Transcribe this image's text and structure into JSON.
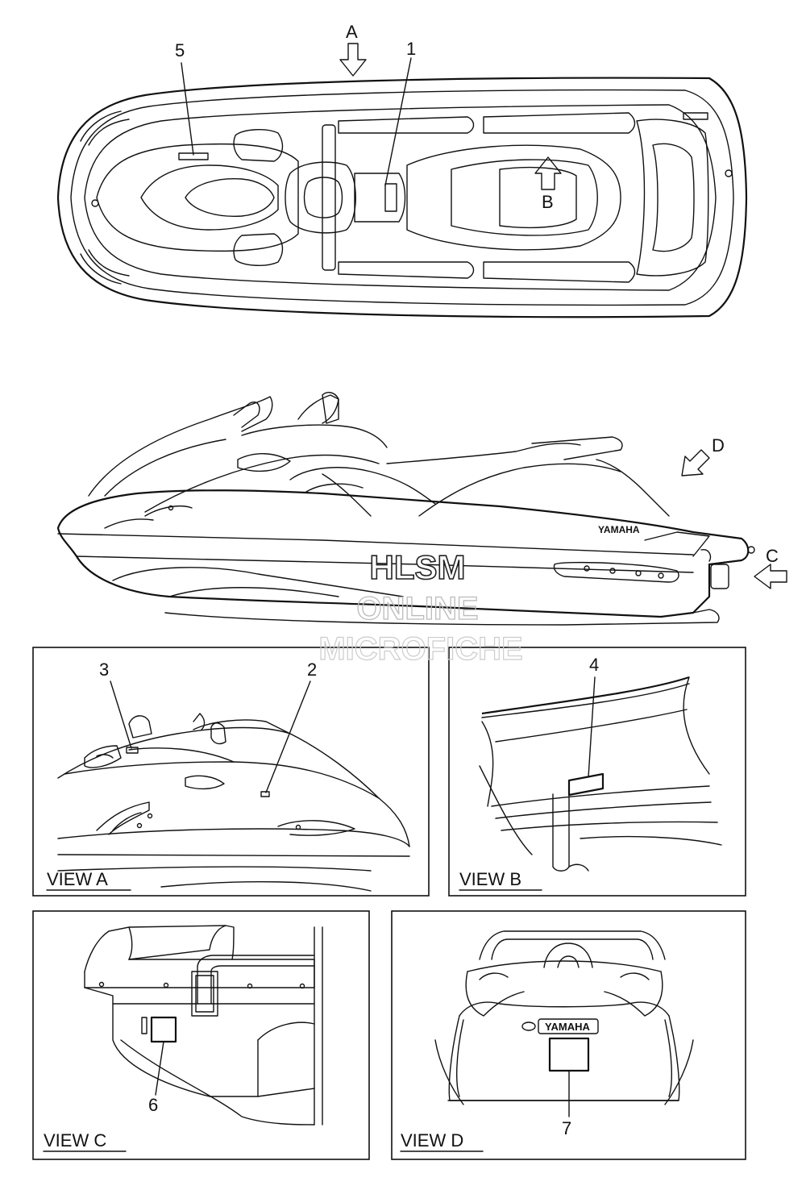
{
  "callouts": {
    "n1": "1",
    "n2": "2",
    "n3": "3",
    "n4": "4",
    "n5": "5",
    "n6": "6",
    "n7": "7",
    "A": "A",
    "B": "B",
    "C": "C",
    "D": "D"
  },
  "views": {
    "a": "VIEW A",
    "b": "VIEW B",
    "c": "VIEW C",
    "d": "VIEW D"
  },
  "watermark": {
    "line1": "HLSM",
    "line2": "ONLINE",
    "line3": "MICROFICHE"
  },
  "brand": {
    "side": "YAMAHA",
    "rear": "YAMAHA"
  }
}
